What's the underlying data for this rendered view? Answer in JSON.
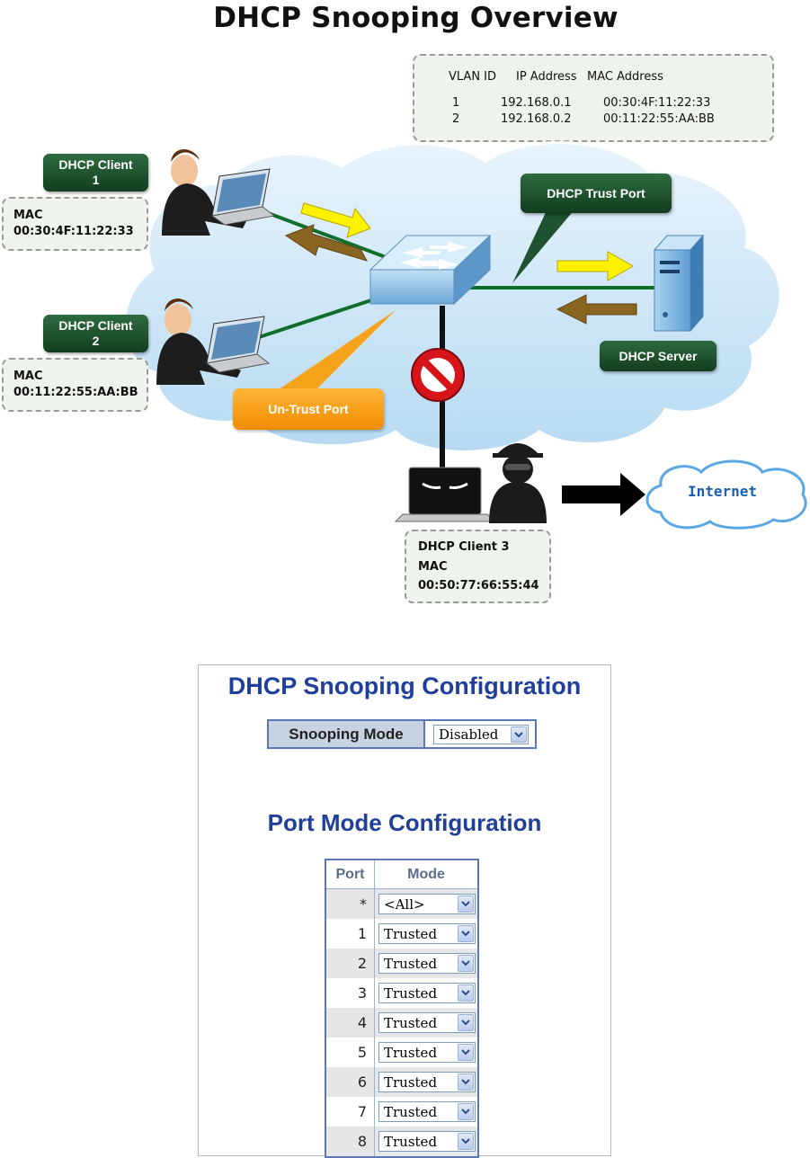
{
  "overview": {
    "title": "DHCP Snooping Overview",
    "binding_table": {
      "headers": [
        "VLAN ID",
        "IP Address",
        "MAC Address"
      ],
      "rows": [
        [
          "1",
          "192.168.0.1",
          "00:30:4F:11:22:33"
        ],
        [
          "2",
          "192.168.0.2",
          "00:11:22:55:AA:BB"
        ]
      ]
    },
    "client1": {
      "tag_line1": "DHCP Client",
      "tag_line2": "1",
      "mac_label": "MAC",
      "mac": "00:30:4F:11:22:33"
    },
    "client2": {
      "tag_line1": "DHCP Client",
      "tag_line2": "2",
      "mac_label": "MAC",
      "mac": "00:11:22:55:AA:BB"
    },
    "client3": {
      "line1": "DHCP Client 3",
      "mac_label": "MAC",
      "mac": "00:50:77:66:55:44"
    },
    "trust_port_label": "DHCP Trust Port",
    "untrust_port_label": "Un-Trust Port",
    "server_label": "DHCP Server",
    "internet_label": "Internet",
    "colors": {
      "cloud": "#cfe6f7",
      "tag_green": "#1f5230",
      "tag_orange": "#f7a21b",
      "link_green": "#0f6e2a",
      "arrow_yellow": "#fff200",
      "arrow_brown": "#8a6521"
    }
  },
  "config": {
    "title": "DHCP Snooping Configuration",
    "snooping_mode_label": "Snooping Mode",
    "snooping_mode_value": "Disabled",
    "port_mode_title": "Port Mode Configuration",
    "table_headers": {
      "port": "Port",
      "mode": "Mode"
    },
    "rows": [
      {
        "port": "*",
        "mode": "<All>"
      },
      {
        "port": "1",
        "mode": "Trusted"
      },
      {
        "port": "2",
        "mode": "Trusted"
      },
      {
        "port": "3",
        "mode": "Trusted"
      },
      {
        "port": "4",
        "mode": "Trusted"
      },
      {
        "port": "5",
        "mode": "Trusted"
      },
      {
        "port": "6",
        "mode": "Trusted"
      },
      {
        "port": "7",
        "mode": "Trusted"
      },
      {
        "port": "8",
        "mode": "Trusted"
      }
    ],
    "colors": {
      "title_blue": "#1f3f9a",
      "table_border": "#5a79b4",
      "label_bg": "#c8d3e2",
      "row_alt": "#e6e6e6"
    }
  }
}
